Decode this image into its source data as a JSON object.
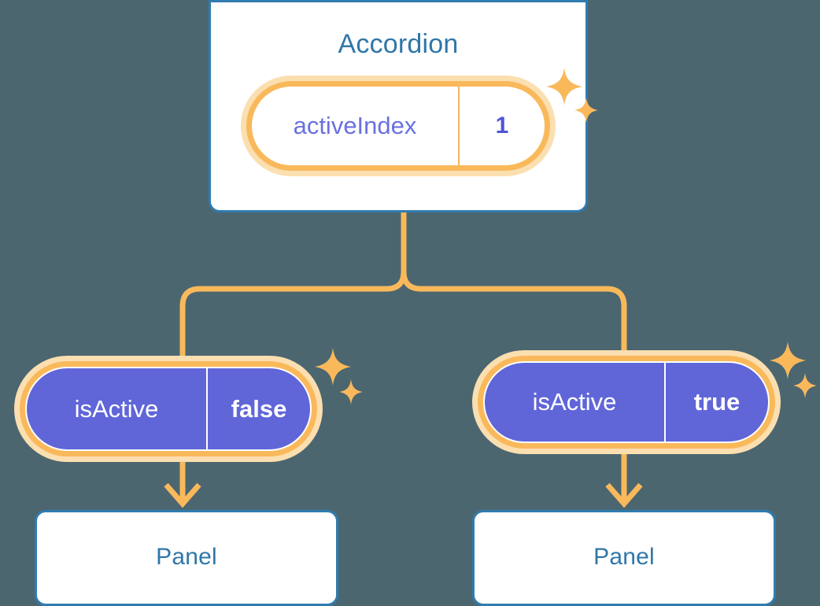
{
  "theme": {
    "background": "#4c6670",
    "card_border": "#2f7cb0",
    "card_fill": "#ffffff",
    "title_text": "#2f77a8",
    "pill_ring": "#f9b95b",
    "pill_glow": "#fbdfb0",
    "pill_child_fill": "#6066d8",
    "pill_root_key_text": "#6a71e0",
    "pill_root_value_text": "#4f54d8",
    "pill_child_text": "#ffffff",
    "connector": "#f9b95b"
  },
  "diagram": {
    "root": {
      "title": "Accordion",
      "state": {
        "key": "activeIndex",
        "value": "1"
      },
      "sparkle_icon": "sparkle-icon"
    },
    "children": [
      {
        "id": "left",
        "state": {
          "key": "isActive",
          "value": "false"
        },
        "sparkle_icon": "sparkle-icon",
        "arrow_icon": "arrow-down-icon",
        "panel": {
          "title": "Panel"
        }
      },
      {
        "id": "right",
        "state": {
          "key": "isActive",
          "value": "true"
        },
        "sparkle_icon": "sparkle-icon",
        "arrow_icon": "arrow-down-icon",
        "panel": {
          "title": "Panel"
        }
      }
    ]
  }
}
